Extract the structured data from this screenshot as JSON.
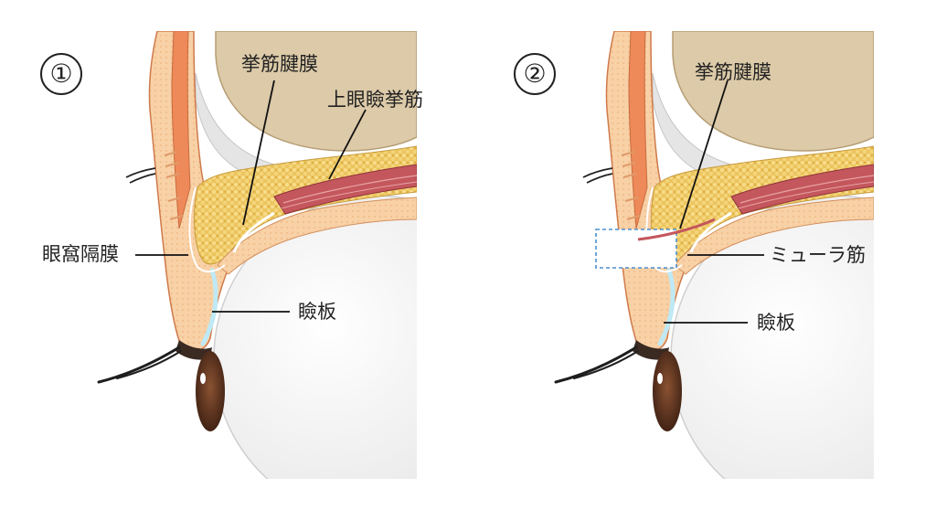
{
  "panels": [
    {
      "number": "①",
      "labels": {
        "levator_aponeurosis": "挙筋腱膜",
        "levator_muscle": "上眼瞼挙筋",
        "orbital_septum": "眼窩隔膜",
        "tarsus": "瞼板"
      }
    },
    {
      "number": "②",
      "labels": {
        "levator_aponeurosis": "挙筋腱膜",
        "muller_muscle": "ミューラ筋",
        "tarsus": "瞼板"
      }
    }
  ],
  "colors": {
    "skin": "#f6c99a",
    "skin_outline": "#cf7a4b",
    "orbicularis": "#ee8a5a",
    "fat": "#e8bd55",
    "muscle": "#c4575d",
    "bone": "#d9c7a6",
    "sclera": "#f3f3f3",
    "iris": "#6a3a25",
    "highlight_box": "#4b8fd0"
  },
  "icons": [
    "eyelash-icon"
  ]
}
